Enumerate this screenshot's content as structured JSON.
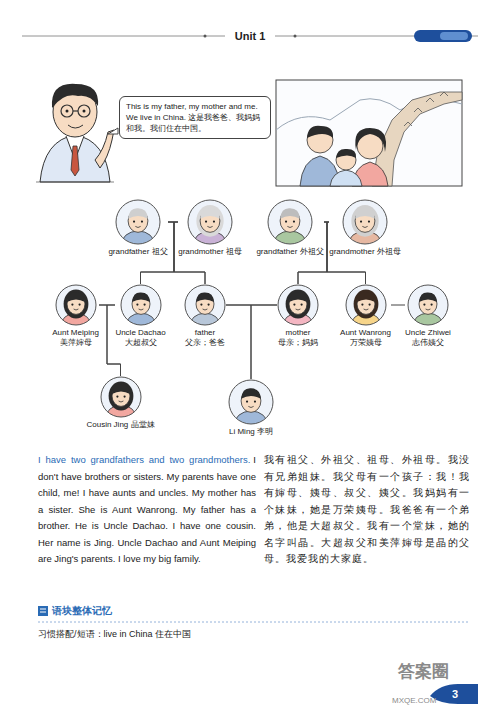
{
  "diagram": {
    "title": "Unit 1",
    "nodes": [
      {
        "text": [
          "This is my father, my mother and me. We live in China. 这是我爸爸、我妈妈和我。我们住在中国。"
        ]
      },
      {
        "text": [
          "grandfather 祖父"
        ]
      },
      {
        "text": [
          "grandmother 祖母"
        ]
      },
      {
        "text": [
          "grandfather 外祖父"
        ]
      },
      {
        "text": [
          "grandmother 外祖母"
        ]
      },
      {
        "text": [
          "Aunt Meiping",
          "美萍婶母"
        ]
      },
      {
        "text": [
          "Uncle Dachao",
          "大超叔父"
        ]
      },
      {
        "text": [
          "father",
          "父亲；爸爸"
        ]
      },
      {
        "text": [
          "mother",
          "母亲；妈妈"
        ]
      },
      {
        "text": [
          "Aunt Wanrong",
          "万荣姨母"
        ]
      },
      {
        "text": [
          "Uncle Zhiwei",
          "志伟姨父"
        ]
      },
      {
        "text": [
          "Cousin Jing 晶堂妹"
        ]
      },
      {
        "text": [
          "Li Ming 李明"
        ]
      }
    ],
    "edges": [
      {
        "from": 1,
        "to": 2,
        "arrow": "none"
      },
      {
        "from": 3,
        "to": 4,
        "arrow": "none"
      },
      {
        "from": 5,
        "to": 6,
        "arrow": "none"
      },
      {
        "from": 7,
        "to": 8,
        "arrow": "none"
      },
      {
        "from": 9,
        "to": 10,
        "arrow": "none"
      },
      {
        "from": 1,
        "to": 6,
        "arrow": "none"
      },
      {
        "from": 2,
        "to": 6,
        "arrow": "none"
      },
      {
        "from": 1,
        "to": 7,
        "arrow": "none"
      },
      {
        "from": 2,
        "to": 7,
        "arrow": "none"
      },
      {
        "from": 3,
        "to": 8,
        "arrow": "none"
      },
      {
        "from": 4,
        "to": 8,
        "arrow": "none"
      },
      {
        "from": 3,
        "to": 9,
        "arrow": "none"
      },
      {
        "from": 4,
        "to": 9,
        "arrow": "none"
      },
      {
        "from": 5,
        "to": 11,
        "arrow": "none"
      },
      {
        "from": 6,
        "to": 11,
        "arrow": "none"
      },
      {
        "from": 7,
        "to": 12,
        "arrow": "none"
      },
      {
        "from": 8,
        "to": 12,
        "arrow": "none"
      }
    ],
    "labels": [
      "I have two grandfathers and two grandmothers.",
      "I don't have brothers or sisters. My parents have one child, me! I have aunts and uncles. My mother has a sister. She is Aunt Wanrong. My father has a brother. He is Uncle Dachao. I have one cousin. Her name is Jing. Uncle Dachao and Aunt Meiping are Jing's parents. I love my big family.",
      "我有祖父、外祖父、祖母、外祖母。我没有兄弟姐妹。我父母有一个孩子：我！我有婶母、姨母、叔父、姨父。我妈妈有一个妹妹，她是万荣姨母。我爸爸有一个弟弟，他是大超叔父。我有一个堂妹，她的名字叫晶。大超叔父和美萍婶母是晶的父母。我爱我的大家庭。",
      "语块整体记忆",
      "习惯搭配/短语：live in China 住在中国",
      "3",
      "答案圈",
      "MXQE.COM"
    ]
  }
}
